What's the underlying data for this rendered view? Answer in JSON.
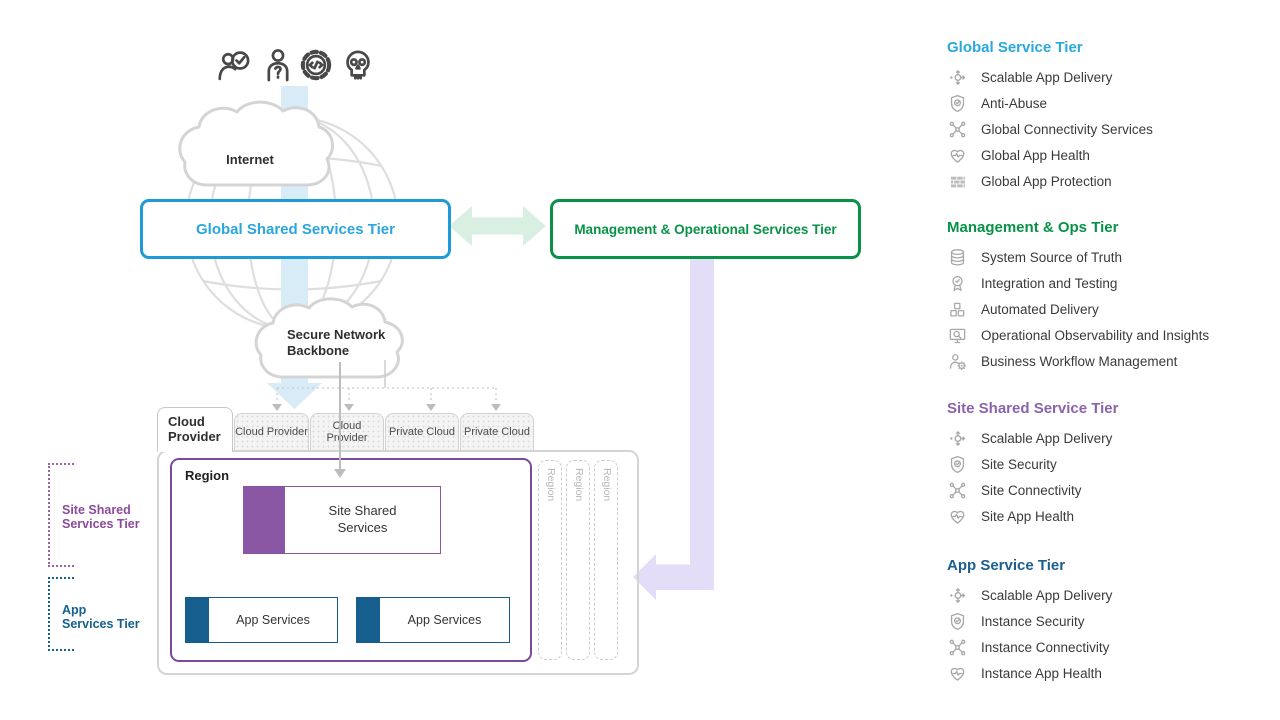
{
  "diagram": {
    "actor_icons": [
      "verified-user-icon",
      "unknown-user-icon",
      "bot-gear-code-icon",
      "attacker-skull-icon"
    ],
    "internet_label": "Internet",
    "backbone_label": "Secure Network\nBackbone",
    "global_tier_box": "Global Shared Services Tier",
    "mgmt_tier_box": "Management & Operational Services Tier",
    "tabs": [
      "Cloud Provider",
      "Cloud Provider",
      "Cloud Provider",
      "Private Cloud",
      "Private Cloud"
    ],
    "region_label": "Region",
    "ghost_region_labels": [
      "Region",
      "Region",
      "Region"
    ],
    "site_shared_box": "Site Shared\nServices",
    "app_service_boxes": [
      "App Services",
      "App Services"
    ],
    "side_labels": {
      "site": "Site Shared\nServices Tier",
      "app": "App\nServices Tier"
    }
  },
  "legend": {
    "sections": [
      {
        "title": "Global Service Tier",
        "color": "#29a8e0",
        "items": [
          {
            "icon": "scale-arrows-icon",
            "label": "Scalable App Delivery"
          },
          {
            "icon": "shield-check-icon",
            "label": "Anti-Abuse"
          },
          {
            "icon": "connectivity-nodes-icon",
            "label": "Global Connectivity Services"
          },
          {
            "icon": "heart-pulse-icon",
            "label": "Global App Health"
          },
          {
            "icon": "brick-wall-icon",
            "label": "Global App Protection"
          }
        ]
      },
      {
        "title": "Management & Ops Tier",
        "color": "#089247",
        "items": [
          {
            "icon": "database-icon",
            "label": "System Source of Truth"
          },
          {
            "icon": "badge-check-icon",
            "label": "Integration and Testing"
          },
          {
            "icon": "building-blocks-icon",
            "label": "Automated Delivery"
          },
          {
            "icon": "monitor-magnifier-icon",
            "label": "Operational Observability and Insights"
          },
          {
            "icon": "person-gear-icon",
            "label": "Business Workflow Management"
          }
        ]
      },
      {
        "title": "Site Shared Service Tier",
        "color": "#8b63ad",
        "items": [
          {
            "icon": "scale-arrows-icon",
            "label": "Scalable App Delivery"
          },
          {
            "icon": "shield-check-icon",
            "label": "Site Security"
          },
          {
            "icon": "connectivity-nodes-icon",
            "label": "Site Connectivity"
          },
          {
            "icon": "heart-pulse-icon",
            "label": "Site App Health"
          }
        ]
      },
      {
        "title": "App Service Tier",
        "color": "#1b5e8f",
        "items": [
          {
            "icon": "scale-arrows-icon",
            "label": "Scalable App Delivery"
          },
          {
            "icon": "shield-check-icon",
            "label": "Instance Security"
          },
          {
            "icon": "connectivity-nodes-icon",
            "label": "Instance Connectivity"
          },
          {
            "icon": "heart-pulse-icon",
            "label": "Instance App Health"
          }
        ]
      }
    ]
  },
  "colors": {
    "global_blue": "#1e9ad6",
    "mgmt_green": "#089247",
    "site_purple": "#8a57a5",
    "app_blue": "#155e8d",
    "arrow_blue": "#d8ecf8",
    "arrow_green": "#d9efe2",
    "arrow_lavender": "#e3ddf8",
    "connector_gray": "#c9c9c9"
  }
}
